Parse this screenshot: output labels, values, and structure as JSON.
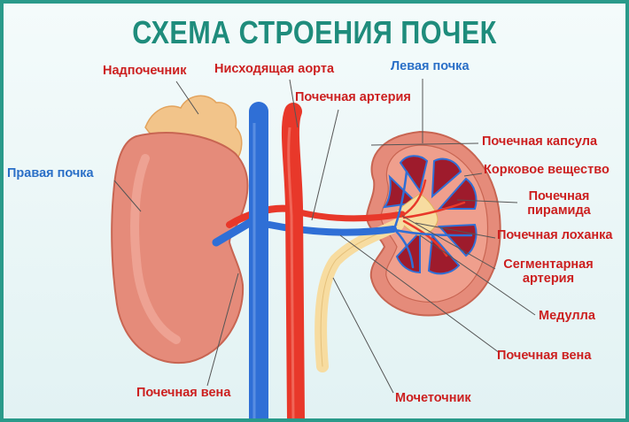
{
  "title": "СХЕМА СТРОЕНИЯ ПОЧЕК",
  "colors": {
    "title": "#1f8c7c",
    "label_red": "#cc1f1f",
    "label_blue": "#2a6fc7",
    "frame": "#2a9a8a",
    "aorta": "#e8382a",
    "vena_cava": "#2f6fd6",
    "kidney": "#e58b7a",
    "adrenal": "#f2c48a",
    "ureter": "#f7dca0",
    "pyramid": "#9e1b2c"
  },
  "labels": {
    "adrenal": "Надпочечник",
    "aorta": "Нисходящая аорта",
    "left_kidney": "Левая почка",
    "renal_artery": "Почечная артерия",
    "right_kidney": "Правая почка",
    "capsule": "Почечная капсула",
    "cortex": "Корковое вещество",
    "pyramid_1": "Почечная",
    "pyramid_2": "пирамида",
    "pelvis": "Почечная лоханка",
    "segmental_1": "Сегментарная",
    "segmental_2": "артерия",
    "medulla": "Медулла",
    "renal_vein_right": "Почечная вена",
    "renal_vein_left": "Почечная вена",
    "ureter": "Мочеточник"
  }
}
